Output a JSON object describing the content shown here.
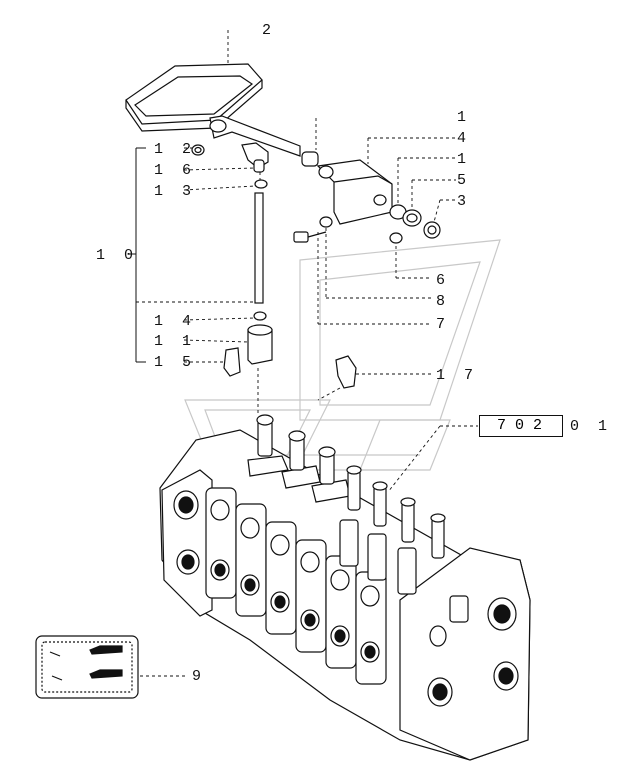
{
  "callouts": {
    "c1a": "1",
    "c1b": "1",
    "c2": "2",
    "c3": "3",
    "c4": "4",
    "c5": "5",
    "c6": "6",
    "c7": "7",
    "c8": "8",
    "c9": "9",
    "c10": "1 0",
    "c11": "1 1",
    "c12": "1 2",
    "c13": "1 3",
    "c14": "1 4",
    "c15": "1 5",
    "c16": "1 6",
    "c17": "1 7"
  },
  "reference": {
    "box": "702",
    "suffix": "0 1"
  },
  "colors": {
    "ink": "#111111",
    "watermark": "#bbbbbb"
  },
  "icons": [
    "pedal-icon",
    "control-valve-icon",
    "decal-icon",
    "watermark-logo"
  ]
}
